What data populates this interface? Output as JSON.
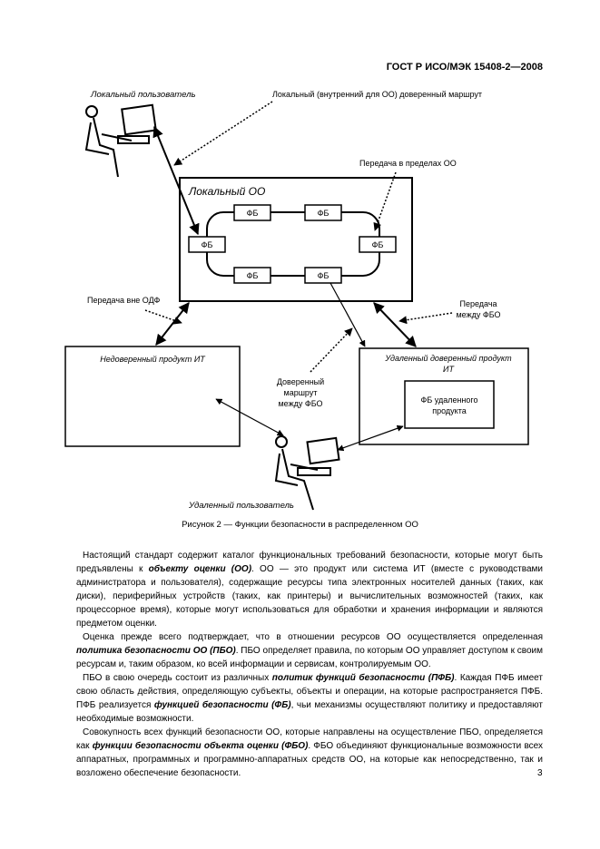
{
  "header": "ГОСТ Р ИСО/МЭК 15408-2—2008",
  "figure": {
    "local_user": "Локальный пользователь",
    "local_route": "Локальный (внутренний для ОО) доверенный маршрут",
    "intra_transfer": "Передача в пределах ОО",
    "local_toe": "Локальный ОО",
    "fb": "ФБ",
    "outside_transfer": "Передача вне ОДФ",
    "inter_transfer_1": "Передача",
    "inter_transfer_2": "между ФБО",
    "untrusted_product": "Недоверенный продукт ИТ",
    "remote_trusted_1": "Удаленный доверенный продукт",
    "remote_trusted_2": "ИТ",
    "remote_fb_1": "ФБ удаленного",
    "remote_fb_2": "продукта",
    "trusted_route_1": "Доверенный",
    "trusted_route_2": "маршрут",
    "trusted_route_3": "между ФБО",
    "remote_user": "Удаленный пользователь"
  },
  "caption": "Рисунок 2 — Функции безопасности в распределенном ОО",
  "paragraphs": [
    {
      "pre": "Настоящий стандарт содержит каталог функциональных требований безопасности, которые могут быть предъявлены к ",
      "term": "объекту оценки (ОО)",
      "post": ". ОО — это продукт или система ИТ (вместе с руководствами администратора и пользователя), содержащие ресурсы типа электронных носителей данных (таких, как диски), периферийных устройств (таких, как принтеры) и вычислительных возможностей (таких, как процессорное время), которые могут использоваться для обработки и хранения информации и являются предметом оценки."
    },
    {
      "pre": "Оценка прежде всего подтверждает, что в отношении ресурсов ОО осуществляется определенная ",
      "term": "политика безопасности ОО (ПБО)",
      "post": ". ПБО определяет правила, по которым ОО управляет доступом к своим ресурсам и, таким образом, ко всей информации и сервисам, контролируемым ОО."
    },
    {
      "pre": "ПБО в свою очередь состоит из различных ",
      "term": "политик функций безопасности (ПФБ)",
      "post": ". Каждая ПФБ имеет свою область действия, определяющую субъекты, объекты и операции, на которые распространяется ПФБ. ПФБ реализуется ",
      "term2": "функцией безопасности (ФБ)",
      "post2": ", чьи механизмы осуществляют политику и предоставляют необходимые возможности."
    },
    {
      "pre": "Совокупность всех функций безопасности ОО, которые направлены на осуществление ПБО, определяется как ",
      "term": "функции безопасности объекта оценки (ФБО)",
      "post": ". ФБО объединяют функциональные возможности всех аппаратных, программных и программно-аппаратных средств ОО, на которые как непосредственно, так и возложено обеспечение безопасности."
    }
  ],
  "page_number": "3"
}
